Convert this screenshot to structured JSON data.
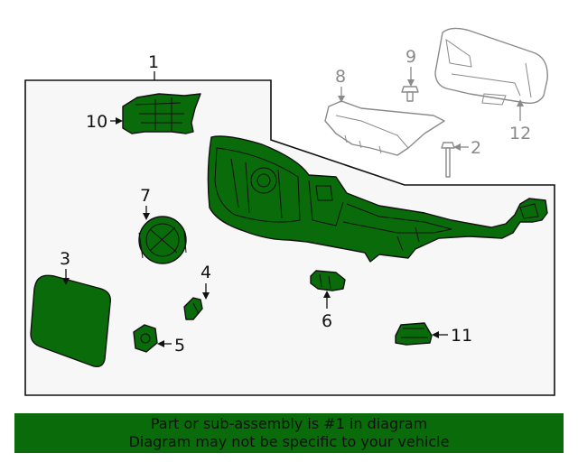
{
  "diagram": {
    "callouts": {
      "c1": "1",
      "c2": "2",
      "c3": "3",
      "c4": "4",
      "c5": "5",
      "c6": "6",
      "c7": "7",
      "c8": "8",
      "c9": "9",
      "c10": "10",
      "c11": "11",
      "c12": "12"
    },
    "highlight_color": "#0a6b0a",
    "ghost_color": "#8a8a8a"
  },
  "footer": {
    "line1": "Part or sub-assembly is #1 in diagram",
    "line2": "Diagram may not be specific to your vehicle"
  }
}
